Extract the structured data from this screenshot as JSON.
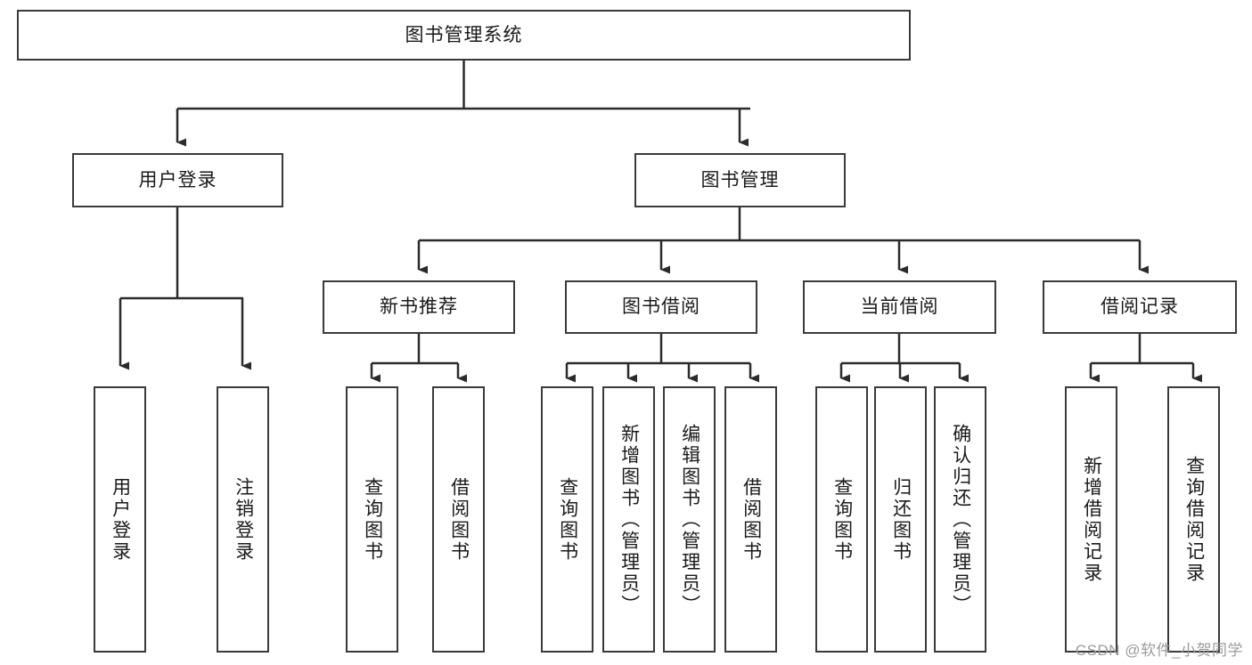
{
  "diagram": {
    "title": "图书管理系统",
    "type": "tree-hierarchy-diagram",
    "colors": {
      "background": "#ffffff",
      "box_border": "#3a3a3a",
      "text": "#1a1a1a",
      "connector": "#2b2b2b",
      "watermark": "#9b9b9b"
    },
    "root": {
      "label": "图书管理系统"
    },
    "level1": [
      {
        "label": "用户登录"
      },
      {
        "label": "图书管理"
      }
    ],
    "level2": [
      {
        "label": "新书推荐"
      },
      {
        "label": "图书借阅"
      },
      {
        "label": "当前借阅"
      },
      {
        "label": "借阅记录"
      }
    ],
    "leaves": {
      "user_login": [
        {
          "label": "用户登录"
        },
        {
          "label": "注销登录"
        }
      ],
      "new_book_recommend": [
        {
          "label": "查询图书"
        },
        {
          "label": "借阅图书"
        }
      ],
      "book_borrow": [
        {
          "label": "查询图书"
        },
        {
          "label": "新增图书（管理员）"
        },
        {
          "label": "编辑图书（管理员）"
        },
        {
          "label": "借阅图书"
        }
      ],
      "current_borrow": [
        {
          "label": "查询图书"
        },
        {
          "label": "归还图书"
        },
        {
          "label": "确认归还（管理员）"
        }
      ],
      "borrow_record": [
        {
          "label": "新增借阅记录"
        },
        {
          "label": "查询借阅记录"
        }
      ]
    },
    "watermark": "CSDN @软件_小贺同学"
  }
}
